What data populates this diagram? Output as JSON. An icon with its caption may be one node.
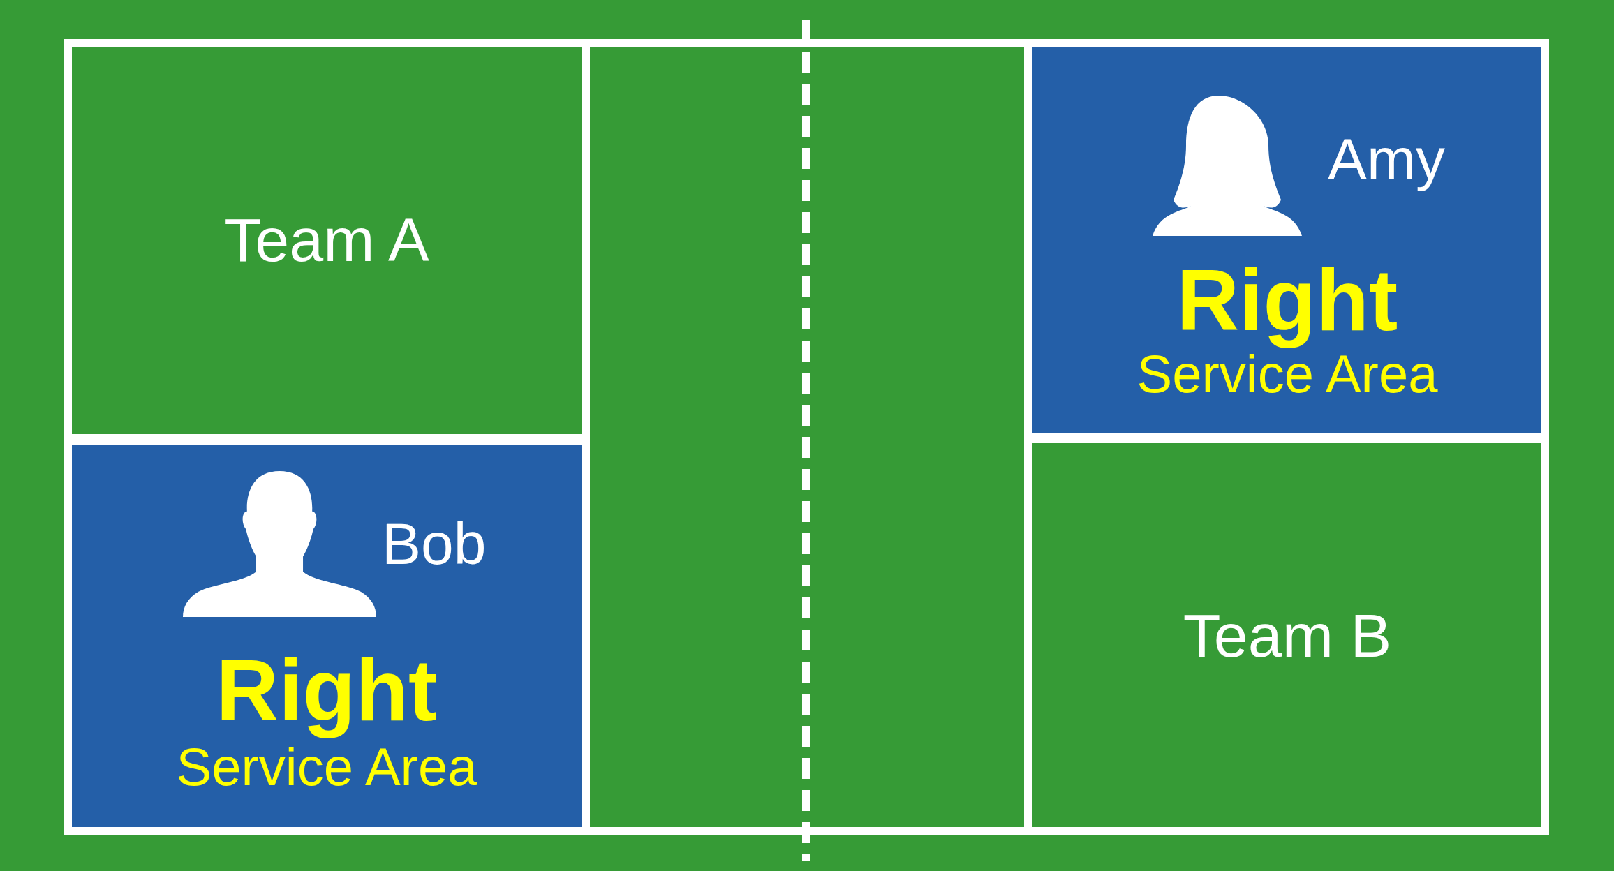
{
  "diagram": {
    "nodes": [
      {
        "text": [
          "Team A"
        ]
      },
      {
        "text": [
          "Bob",
          "Right",
          "Service Area"
        ]
      },
      {
        "text": [],
        "shape": "person",
        "in": 1
      },
      {
        "text": [],
        "shape": "box"
      },
      {
        "text": [],
        "shape": "box"
      },
      {
        "text": [
          "Amy",
          "Right",
          "Service Area"
        ]
      },
      {
        "text": [],
        "shape": "person",
        "in": 5
      },
      {
        "text": [
          "Team B"
        ]
      }
    ],
    "edges": []
  }
}
